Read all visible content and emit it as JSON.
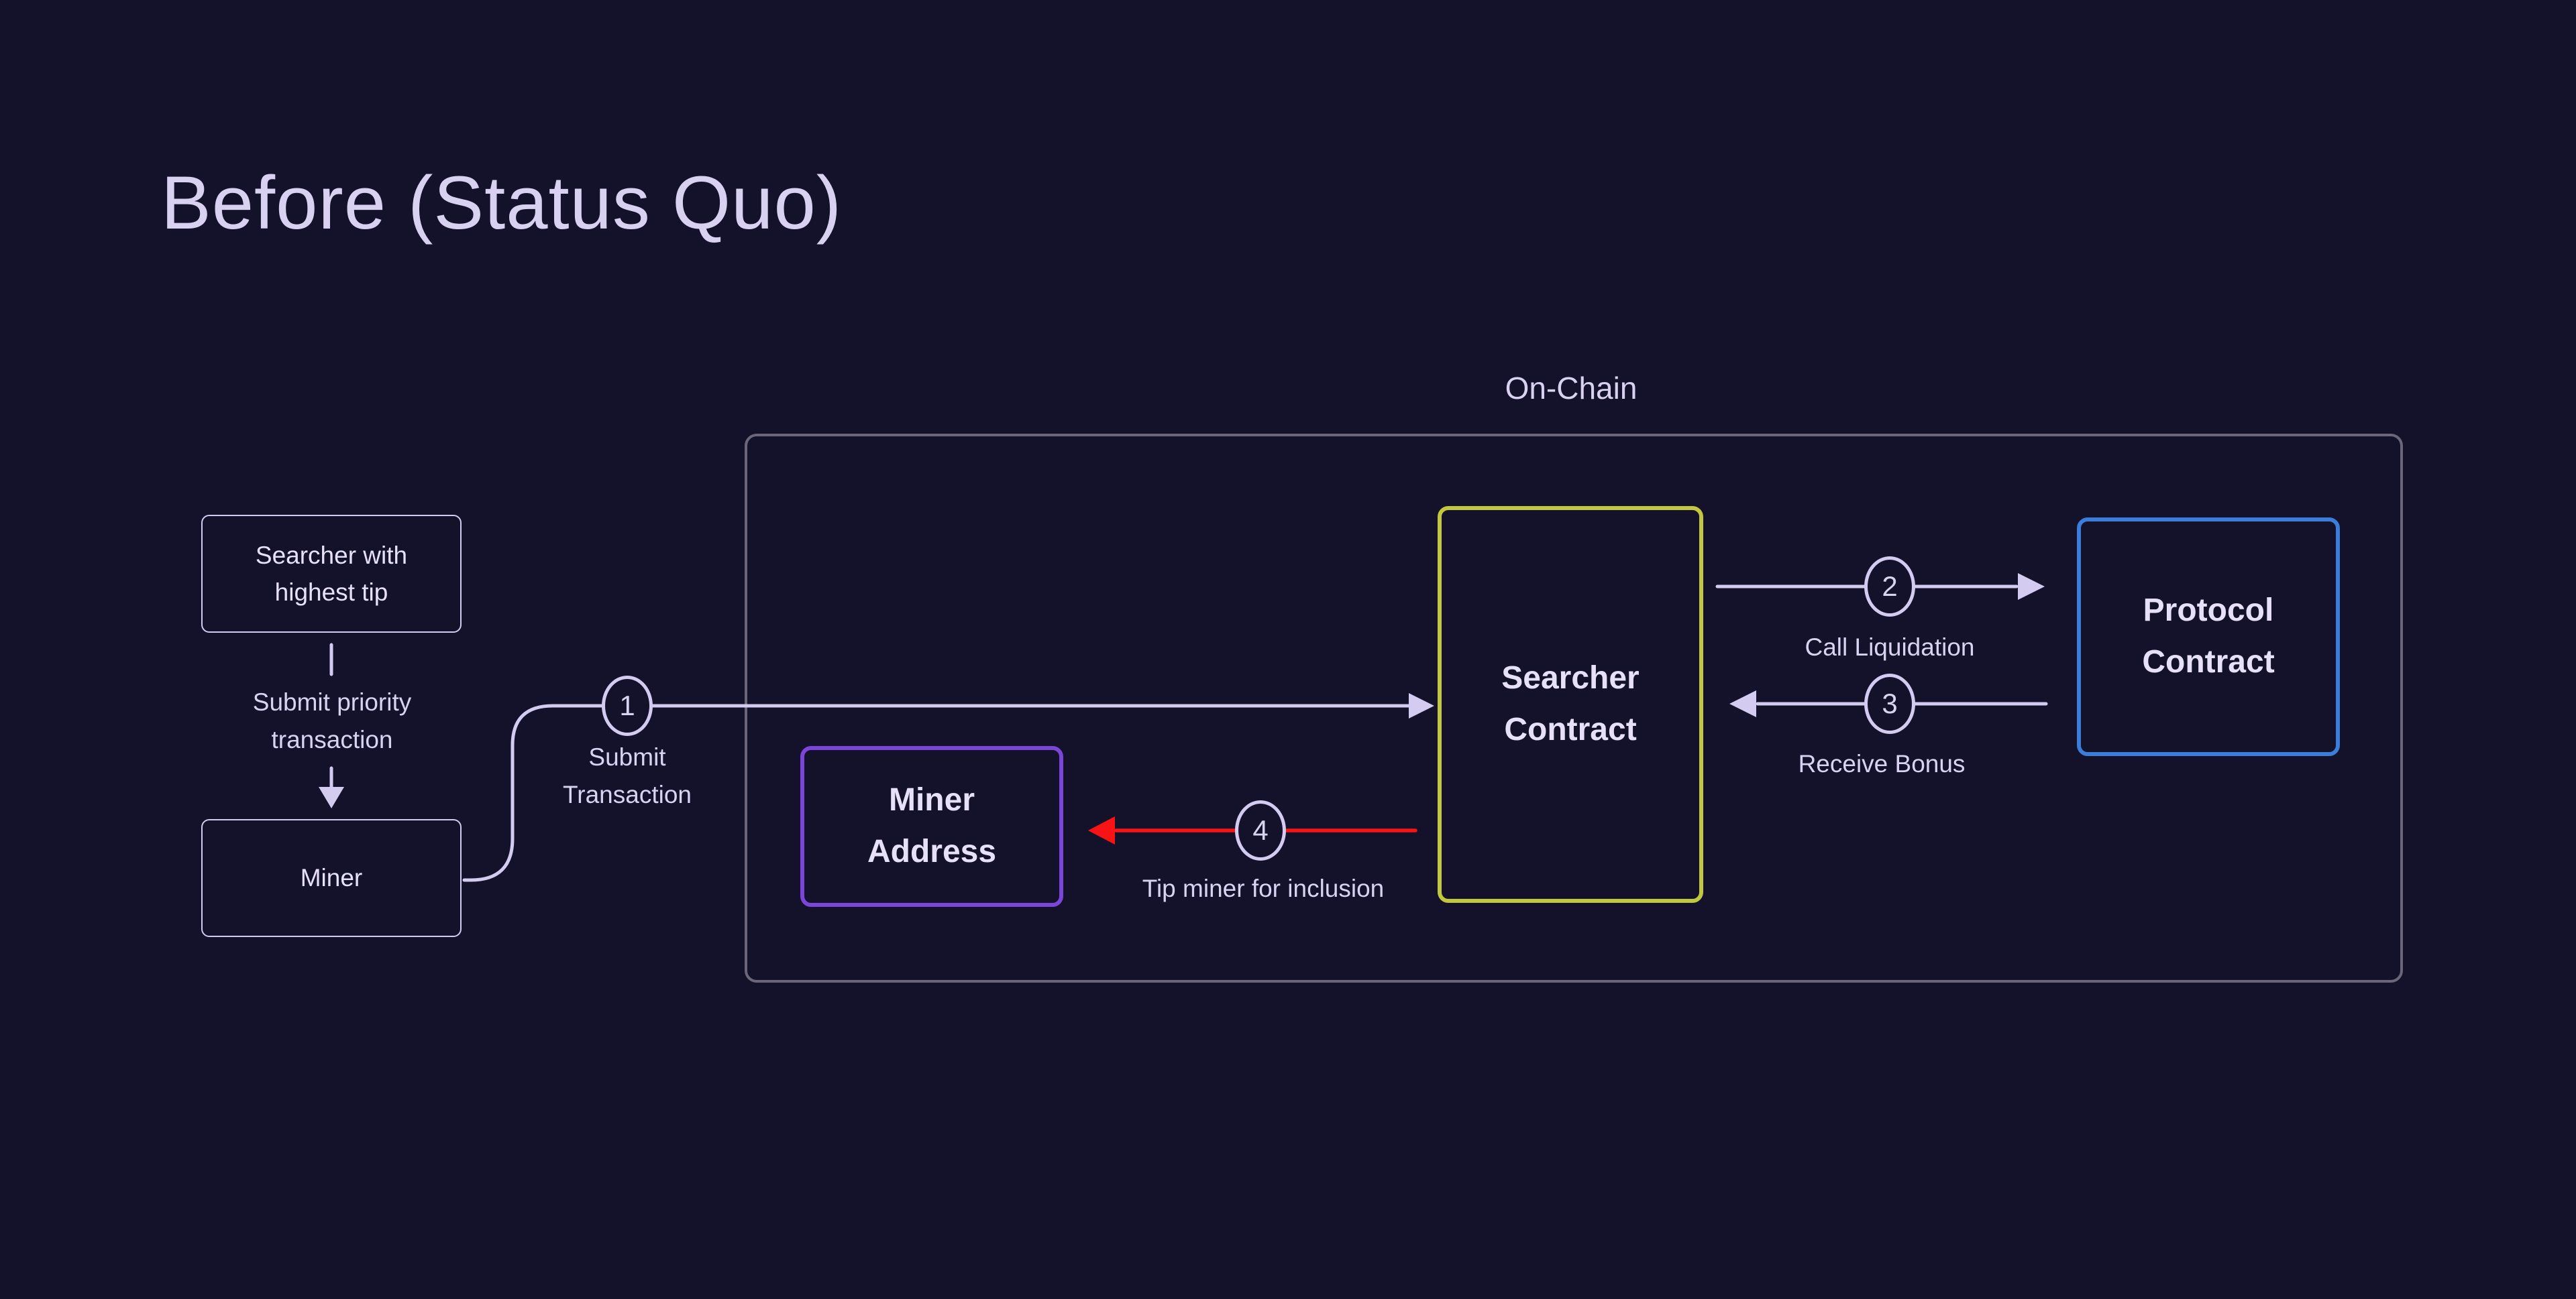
{
  "title": "Before (Status Quo)",
  "onchain": {
    "label": "On-Chain"
  },
  "nodes": {
    "searcher_tip": {
      "label": "Searcher with highest tip"
    },
    "miner": {
      "label": "Miner"
    },
    "miner_address": {
      "label": "Miner Address"
    },
    "searcher_contract": {
      "label": "Searcher Contract"
    },
    "protocol_contract": {
      "label": "Protocol Contract"
    }
  },
  "edges": {
    "submit_priority": {
      "label": "Submit priority transaction"
    },
    "step1": {
      "number": "1",
      "label": "Submit Transaction"
    },
    "step2": {
      "number": "2",
      "label": "Call Liquidation"
    },
    "step3": {
      "number": "3",
      "label": "Receive Bonus"
    },
    "step4": {
      "number": "4",
      "label": "Tip miner for inclusion"
    }
  },
  "colors": {
    "background": "#14112a",
    "line": "#d3ccf0",
    "text": "#e6e0f8",
    "label": "#d9d3f2",
    "title": "#d8d1ef",
    "container": "#6b6679",
    "purple": "#7b45d8",
    "yellow": "#c3c73e",
    "blue": "#3b7dd8",
    "red": "#f81414"
  }
}
